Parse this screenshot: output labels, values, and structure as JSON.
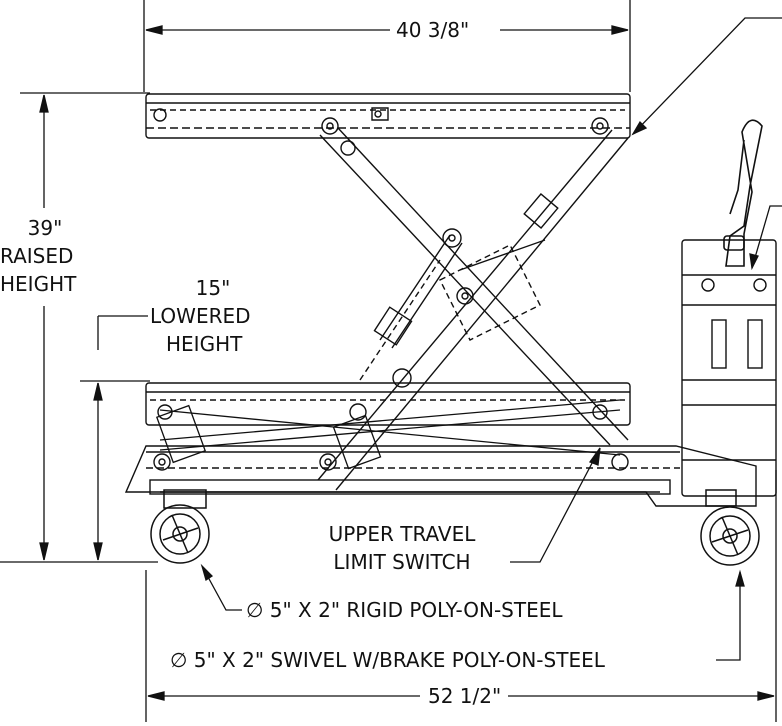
{
  "dimensions": {
    "top_width": "40 3/8\"",
    "raised_value": "39\"",
    "raised_line1": "RAISED",
    "raised_line2": "HEIGHT",
    "lowered_value": "15\"",
    "lowered_line1": "LOWERED",
    "lowered_line2": "HEIGHT",
    "overall_length": "52 1/2\""
  },
  "callouts": {
    "switch_line1": "UPPER TRAVEL",
    "switch_line2": "LIMIT SWITCH",
    "rigid_caster": "∅ 5\" X 2\" RIGID POLY-ON-STEEL",
    "swivel_caster": "∅ 5\" X 2\" SWIVEL W/BRAKE POLY-ON-STEEL"
  }
}
